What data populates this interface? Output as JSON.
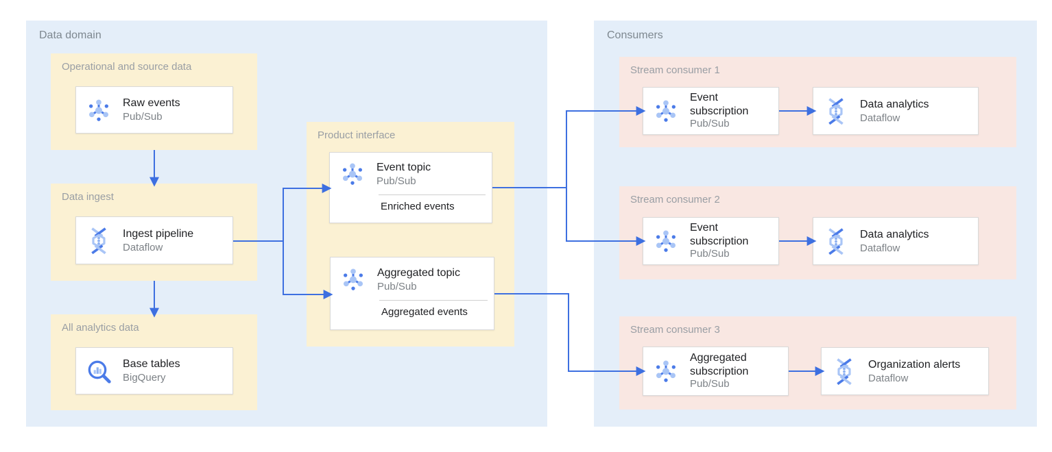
{
  "colors": {
    "panel_bg": "#e4eef9",
    "zone_yellow": "#fbf1d3",
    "zone_pink": "#f9e7e2",
    "arrow_blue": "#3d6fe0",
    "icon_blue_medium": "#4b7be8",
    "icon_blue_light": "#a9c5f6",
    "card_border": "#d9d9d9",
    "title_text": "#202124",
    "subtitle_text": "#7c8186",
    "zone_label_text": "#999ea4"
  },
  "panels": {
    "data_domain": {
      "label": "Data domain"
    },
    "consumers": {
      "label": "Consumers"
    }
  },
  "zones": {
    "operational": {
      "label": "Operational and source data"
    },
    "data_ingest": {
      "label": "Data ingest"
    },
    "all_analytics": {
      "label": "All analytics data"
    },
    "product_interface": {
      "label": "Product interface"
    },
    "consumer1": {
      "label": "Stream consumer 1"
    },
    "consumer2": {
      "label": "Stream consumer 2"
    },
    "consumer3": {
      "label": "Stream consumer 3"
    }
  },
  "cards": {
    "raw_events": {
      "title": "Raw events",
      "service": "Pub/Sub",
      "icon": "pubsub-icon"
    },
    "ingest_pipeline": {
      "title": "Ingest pipeline",
      "service": "Dataflow",
      "icon": "dataflow-icon"
    },
    "base_tables": {
      "title": "Base tables",
      "service": "BigQuery",
      "icon": "bigquery-icon"
    },
    "event_topic": {
      "title": "Event topic",
      "service": "Pub/Sub",
      "note": "Enriched events",
      "icon": "pubsub-icon"
    },
    "aggregated_topic": {
      "title": "Aggregated topic",
      "service": "Pub/Sub",
      "note": "Aggregated events",
      "icon": "pubsub-icon"
    },
    "event_subscription_1": {
      "title": "Event subscription",
      "service": "Pub/Sub",
      "icon": "pubsub-icon"
    },
    "data_analytics_1": {
      "title": "Data analytics",
      "service": "Dataflow",
      "icon": "dataflow-icon"
    },
    "event_subscription_2": {
      "title": "Event subscription",
      "service": "Pub/Sub",
      "icon": "pubsub-icon"
    },
    "data_analytics_2": {
      "title": "Data analytics",
      "service": "Dataflow",
      "icon": "dataflow-icon"
    },
    "aggregated_subscription": {
      "title": "Aggregated subscription",
      "service": "Pub/Sub",
      "icon": "pubsub-icon"
    },
    "organization_alerts": {
      "title": "Organization alerts",
      "service": "Dataflow",
      "icon": "dataflow-icon"
    }
  }
}
